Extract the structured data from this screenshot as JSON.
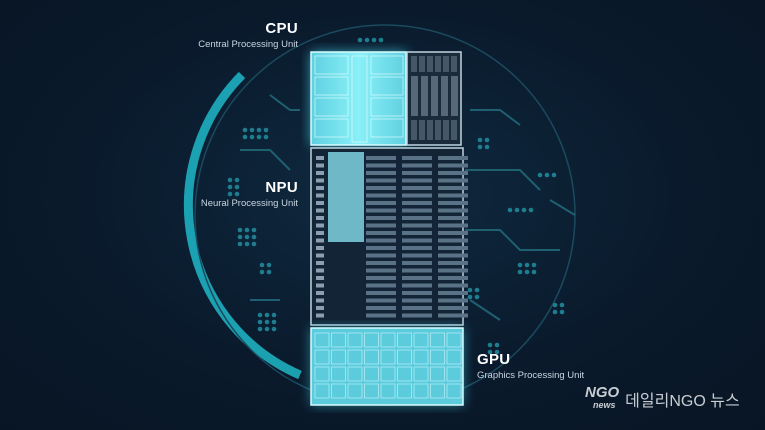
{
  "labels": {
    "cpu": {
      "title": "CPU",
      "subtitle": "Central Processing Unit"
    },
    "npu": {
      "title": "NPU",
      "subtitle": "Neural Processing Unit"
    },
    "gpu": {
      "title": "GPU",
      "subtitle": "Graphics Processing Unit"
    }
  },
  "watermark": {
    "logo_top": "NGO",
    "logo_bottom": "news",
    "name": "데일리NGO 뉴스"
  },
  "colors": {
    "accent": "#3fd6e8",
    "background": "#0a1a2c",
    "chip_glow": "#7fe6f0"
  }
}
